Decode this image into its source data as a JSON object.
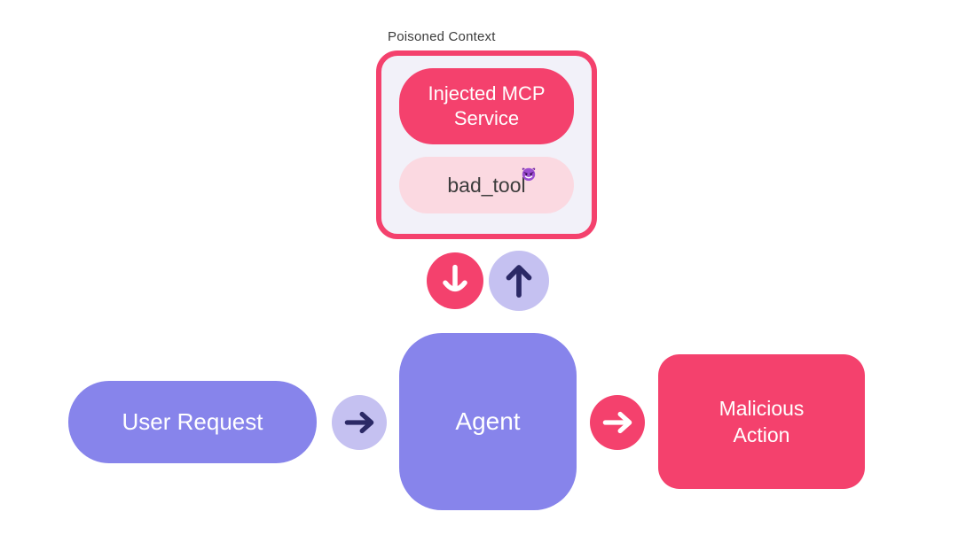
{
  "diagram": {
    "poisoned_context": {
      "label": "Poisoned Context",
      "service_label": "Injected MCP Service",
      "tool_label": "bad_tool",
      "tool_badge_icon": "devil-emoji",
      "tool_badge_char": "😈"
    },
    "flow": {
      "user_request_label": "User Request",
      "agent_label": "Agent",
      "malicious_action_label": "Malicious Action"
    },
    "icons": {
      "context_to_agent": "down-arrow-icon",
      "agent_to_context": "up-arrow-icon",
      "request_to_agent": "right-arrow-icon",
      "agent_to_action": "right-arrow-icon"
    }
  },
  "colors": {
    "pink": "#F4416D",
    "pink_light": "#FBD9E1",
    "panel_fill": "#F2F1F9",
    "purple": "#8784EB",
    "lavender": "#C5C1F1",
    "navy": "#2B2966",
    "text_dark": "#3C3C3C",
    "background": "#FFFFFF"
  }
}
